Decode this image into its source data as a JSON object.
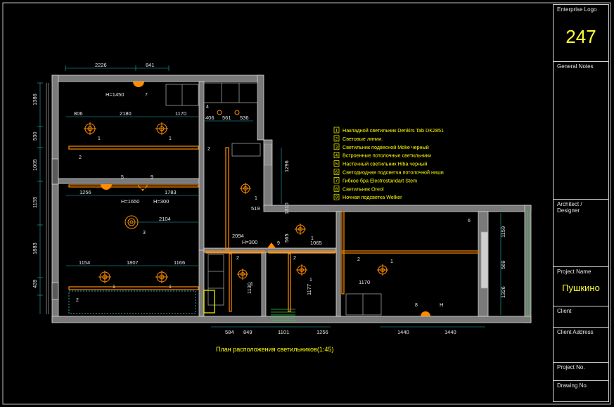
{
  "title_block": {
    "logo_label": "Enterprise Logo",
    "sheet_number": "247",
    "general_notes_label": "General Notes",
    "architect_label": "Architect / Designer",
    "project_name_label": "Project Name",
    "project_name_value": "Пушкино",
    "client_label": "Client",
    "client_address_label": "Client Address",
    "project_no_label": "Project No.",
    "drawing_no_label": "Drawing No."
  },
  "drawing": {
    "caption": "План расположения светильников(1:45)"
  },
  "legend": [
    {
      "num": "1",
      "text": "Накладной светильник  Denkirs Tab  DK2851"
    },
    {
      "num": "2",
      "text": "Световые линии."
    },
    {
      "num": "3",
      "text": "Светильник подвесной Moke черный"
    },
    {
      "num": "4",
      "text": "Встроенные потолочные светильники"
    },
    {
      "num": "5",
      "text": "Настенный светильник Hiba черный"
    },
    {
      "num": "6",
      "text": "Светодиодная подсветка потолочной ниши"
    },
    {
      "num": "7",
      "text": "Гибкое бра Electrostandart Stem"
    },
    {
      "num": "8",
      "text": "Светильник Oreol"
    },
    {
      "num": "9",
      "text": "Ночная подсветка Welker"
    }
  ],
  "dimensions": {
    "top": [
      "2226",
      "841"
    ],
    "left_vertical": [
      "1386",
      "530",
      "1005",
      "1155",
      "1883",
      "439"
    ],
    "row1": [
      "806",
      "2180",
      "1170"
    ],
    "hall": [
      "406",
      "561",
      "536"
    ],
    "row2": [
      "1256",
      "1783"
    ],
    "heights": [
      "H=1450",
      "H=1650",
      "H=300",
      "H=300",
      "H"
    ],
    "mid": [
      "2104",
      "2094",
      "1065",
      "519",
      "1296",
      "1310",
      "565"
    ],
    "row3": [
      "1154",
      "1807",
      "1166"
    ],
    "small_rooms": [
      "1130",
      "1177",
      "1170"
    ],
    "right_vertical": [
      "1159",
      "569",
      "1326"
    ],
    "bottom": [
      "584",
      "849",
      "1101",
      "1256",
      "1440",
      "1440"
    ]
  },
  "markers": {
    "m1": "1",
    "m2": "2",
    "m3": "3",
    "m4": "4",
    "m5": "5",
    "m6": "6",
    "m7": "7",
    "m8": "8",
    "m9": "9"
  }
}
